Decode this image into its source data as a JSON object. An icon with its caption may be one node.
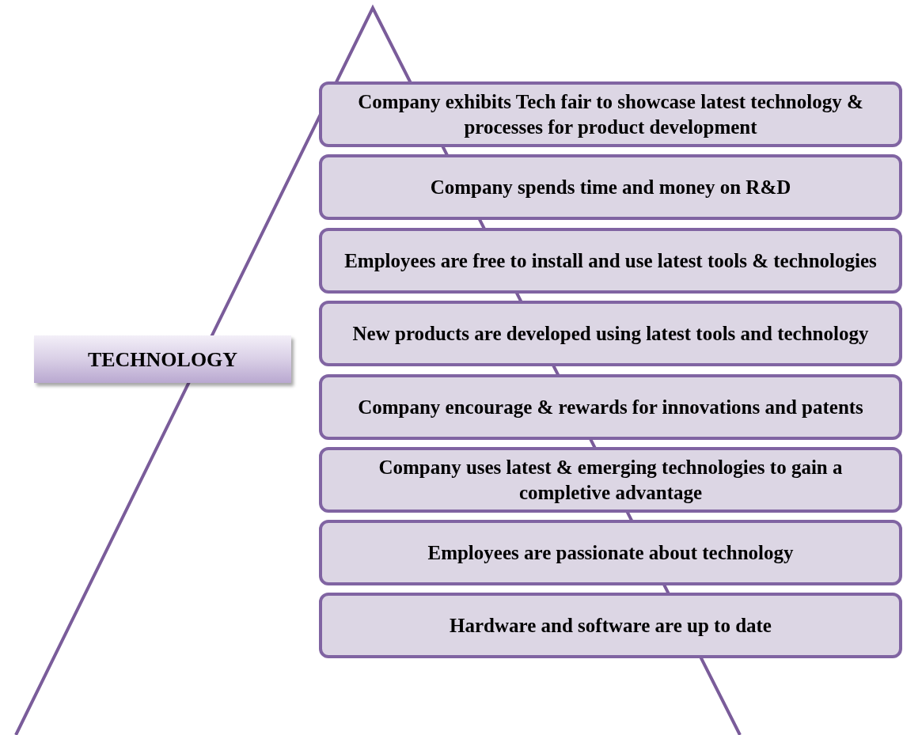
{
  "diagram": {
    "nodes": [
      {
        "text": [
          "TECHNOLOGY"
        ]
      },
      {
        "text": [
          "Company exhibits Tech fair to showcase latest technology & processes for product development"
        ]
      },
      {
        "text": [
          "Company spends time and money on R&D"
        ]
      },
      {
        "text": [
          "Employees are free to install and use latest tools & technologies"
        ]
      },
      {
        "text": [
          "New products are developed using latest tools and technology"
        ]
      },
      {
        "text": [
          "Company encourage & rewards for innovations and patents"
        ]
      },
      {
        "text": [
          "Company uses latest & emerging technologies to gain a completive advantage"
        ]
      },
      {
        "text": [
          "Employees are passionate about technology"
        ]
      },
      {
        "text": [
          "Hardware and software are up to date"
        ]
      }
    ],
    "edges": []
  }
}
